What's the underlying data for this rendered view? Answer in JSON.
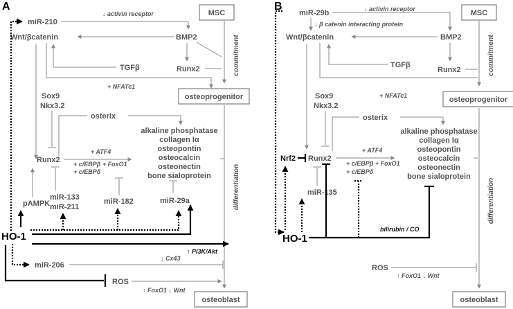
{
  "panel_a": {
    "label": "A",
    "stages": {
      "msc": "MSC",
      "osteoprogenitor": "osteoprogenitor",
      "osteoblast": "osteoblast",
      "commitment": "commitment",
      "differentiation": "differentiation"
    },
    "nodes": {
      "mir210": "miR-210",
      "activin": "↓ activin receptor",
      "wnt": "Wnt/βcatenin",
      "bmp2": "BMP2",
      "tgfb": "TGFβ",
      "runx2_top": "Runx2",
      "nfatc1": "+ NFATc1",
      "sox9": "Sox9",
      "nkx32": "Nkx3.2",
      "osterix": "osterix",
      "markers": [
        "alkaline phosphatase",
        "collagen Iα",
        "osteopontin",
        "osteocalcin",
        "osteonectin",
        "bone sialoprotein"
      ],
      "runx2": "Runx2",
      "atf4": "+ ATF4",
      "cebpb_foxo1": "+ c/EBPβ  + FoxO1",
      "cebpd": "+ c/EBPδ",
      "pampk": "pAMPK",
      "mir133": "miR-133",
      "mir211": "miR-211",
      "mir182": "miR-182",
      "mir29a": "miR-29a",
      "ho1": "HO-1",
      "pi3k": "↑ PI3K/Akt",
      "cx43": "↓ Cx43",
      "mir206": "miR-206",
      "ros": "ROS",
      "foxo1_wnt": "↑ FoxO1 ↓ Wnt"
    }
  },
  "panel_b": {
    "label": "B",
    "stages": {
      "msc": "MSC",
      "osteoprogenitor": "osteoprogenitor",
      "osteoblast": "osteoblast",
      "commitment": "commitment",
      "differentiation": "differentiation"
    },
    "nodes": {
      "mir29b": "miR-29b",
      "activin": "↓ activin receptor",
      "bcatenin_ip": "↓ β catenin interacting protein",
      "wnt": "Wnt/βcatenin",
      "bmp2": "BMP2",
      "tgfb": "TGFβ",
      "runx2_top": "Runx2",
      "nfatc1": "+ NFATc1",
      "sox9": "Sox9",
      "nkx32": "Nkx3.2",
      "osterix": "osterix",
      "markers": [
        "alkaline phosphatase",
        "collagen Iα",
        "osteopontin",
        "osteocalcin",
        "osteonectin",
        "bone sialoprotein"
      ],
      "nrf2": "Nrf2",
      "runx2": "Runx2",
      "atf4": "+ ATF4",
      "cebpb_foxo1": "+ c/EBPβ  + FoxO1",
      "cebpd": "+ c/EBPδ",
      "mir135": "miR-135",
      "ho1": "HO-1",
      "bilirubin": "bilirubin / CO",
      "ros": "ROS",
      "foxo1_wnt": "↑ FoxO1 ↓ Wnt"
    }
  }
}
